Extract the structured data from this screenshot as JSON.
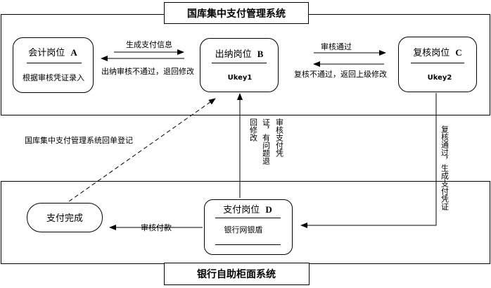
{
  "systems": {
    "top_title": "国库集中支付管理系统",
    "bottom_title": "银行自助柜面系统"
  },
  "nodes": {
    "accounting": {
      "title": "会计岗位",
      "letter": "A",
      "desc": "根据审核凭证录入"
    },
    "cashier": {
      "title": "出纳岗位",
      "letter": "B",
      "desc": "Ukey1"
    },
    "reviewer": {
      "title": "复核岗位",
      "letter": "C",
      "desc": "Ukey2"
    },
    "payment_post": {
      "title": "支付岗位",
      "letter": "D",
      "desc": "银行网银盾"
    },
    "complete": {
      "title": "支付完成"
    }
  },
  "edges": {
    "a_to_b": "生成支付信息",
    "b_to_a": "出纳审核不通过，退回修改",
    "b_to_c": "审核通过",
    "c_to_b": "复核不通过，返回上级修改",
    "c_to_d": "复核通过，生成支付凭证",
    "d_to_b_left": "回修改",
    "d_to_b_mid": "证，有问题退",
    "d_to_b_right": "审核支付凭",
    "d_to_complete": "审核付款",
    "complete_to_b": "国库集中支付管理系统回单登记"
  }
}
